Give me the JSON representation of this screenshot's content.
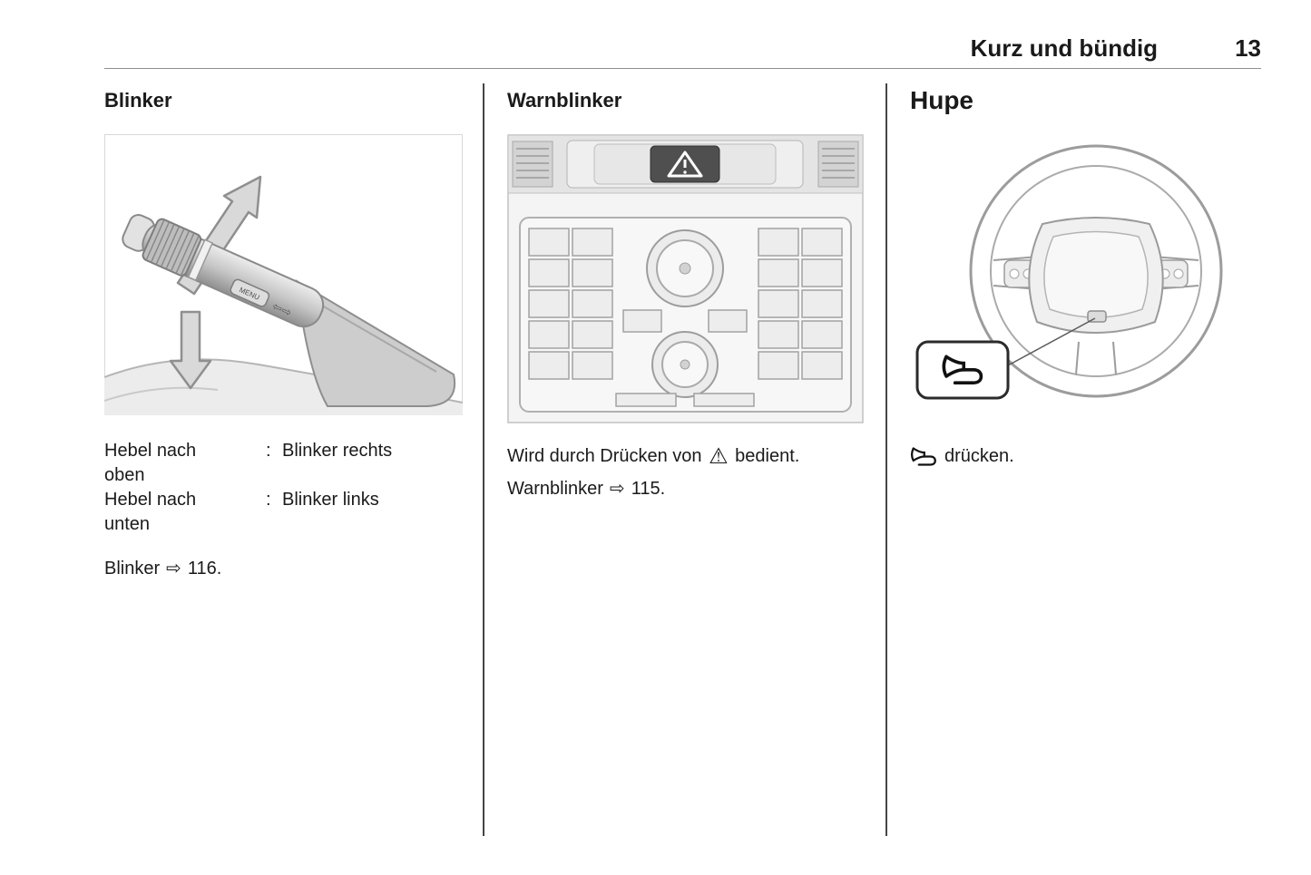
{
  "header": {
    "title": "Kurz und bündig",
    "page_number": "13"
  },
  "symbols": {
    "page_ref_arrow": "⇨",
    "hazard_warning": "⚠"
  },
  "blinker": {
    "heading": "Blinker",
    "figure_labels": {
      "menu_button": "MENU",
      "lever_arrows": "⇦⇨"
    },
    "rows": [
      {
        "term": "Hebel nach\noben",
        "separator": ":",
        "definition": "Blinker rechts"
      },
      {
        "term": "Hebel nach\nunten",
        "separator": ":",
        "definition": "Blinker links"
      }
    ],
    "reference": {
      "label": "Blinker",
      "page": "116."
    }
  },
  "warnblinker": {
    "heading": "Warnblinker",
    "sentence": {
      "before_icon": "Wird durch Drücken von",
      "after_icon": "bedient."
    },
    "reference": {
      "label": "Warnblinker",
      "page": "115."
    }
  },
  "hupe": {
    "heading": "Hupe",
    "instruction": "drücken."
  }
}
